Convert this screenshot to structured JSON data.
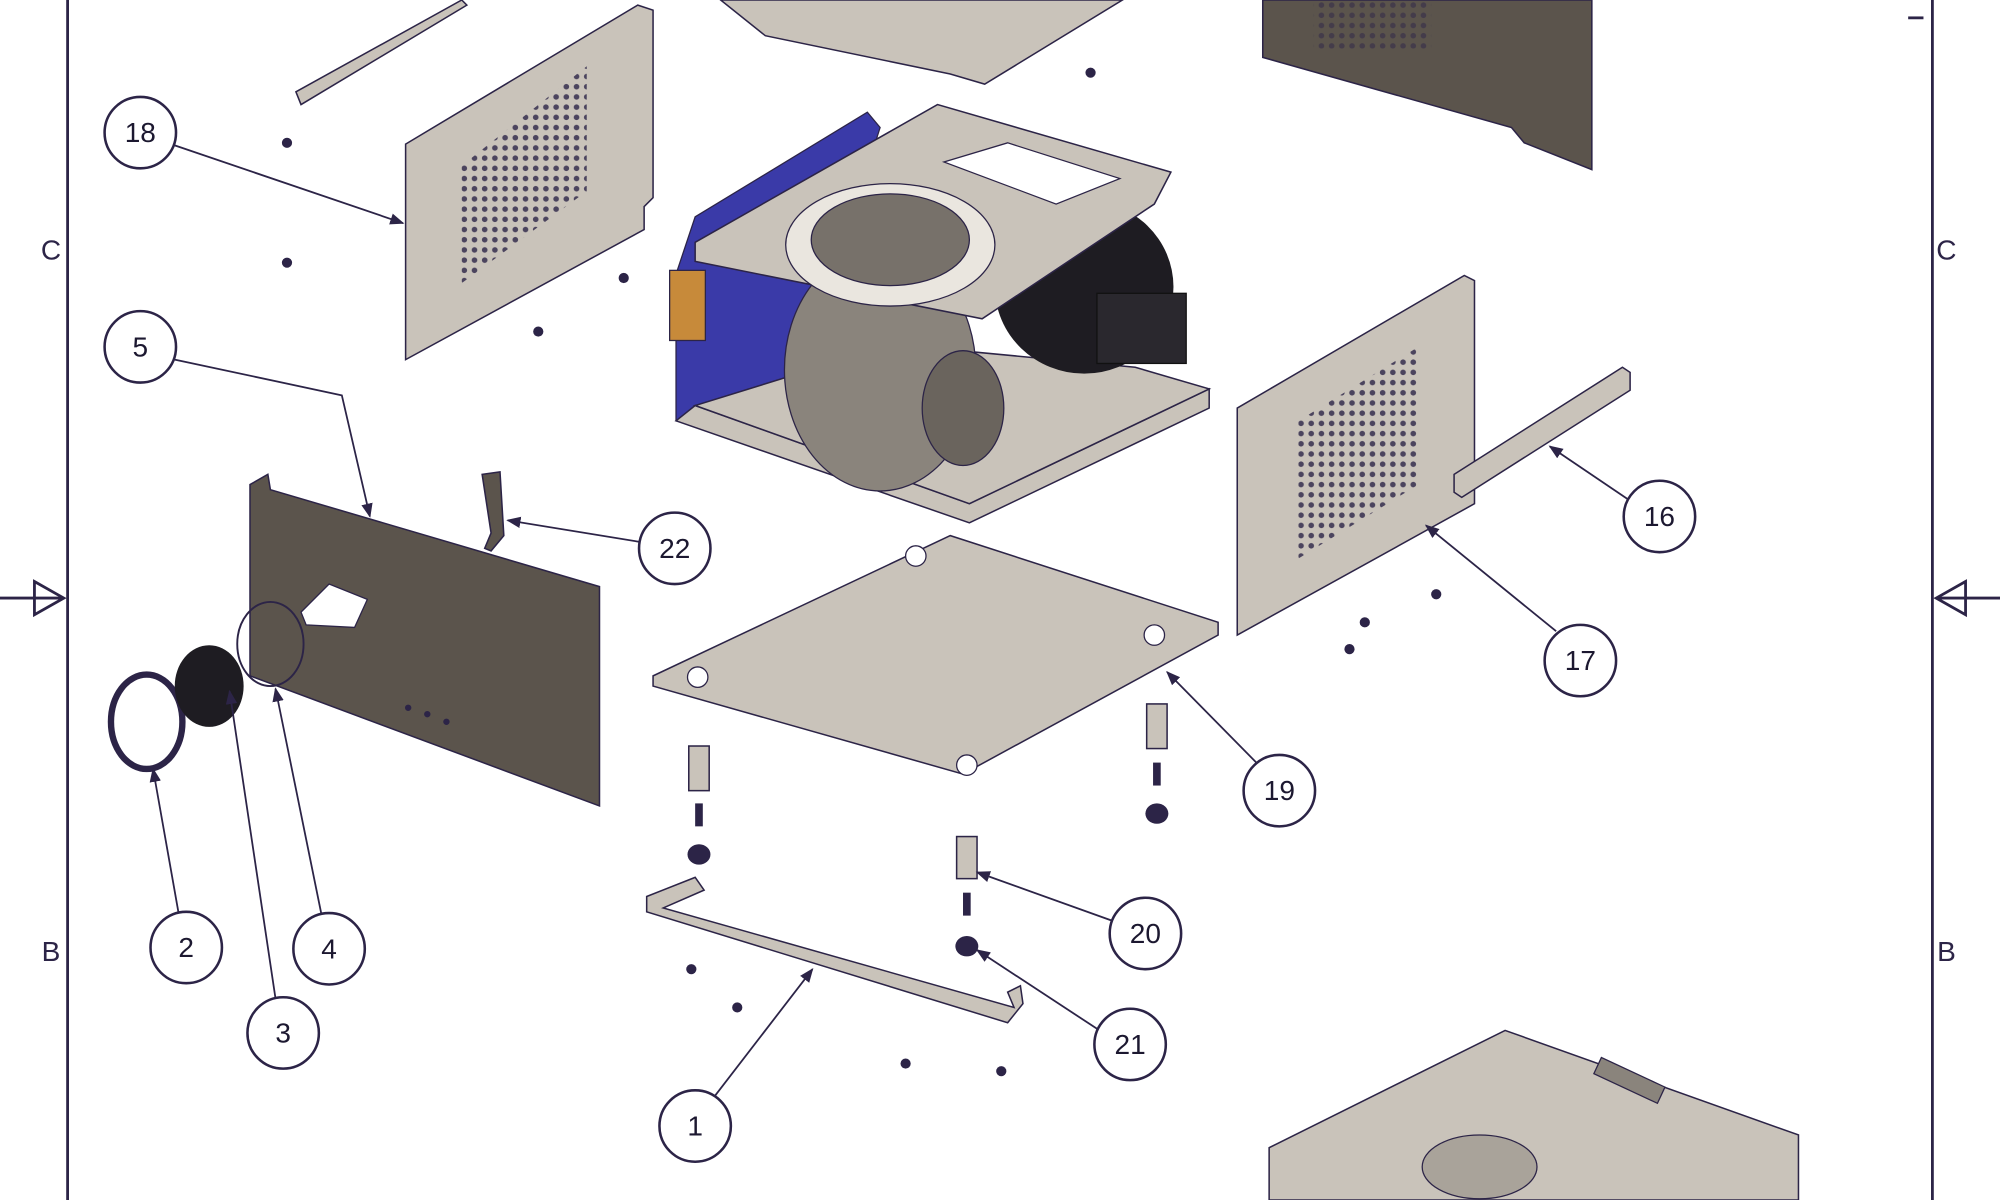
{
  "drawing": {
    "zones_left": [
      "C",
      "B"
    ],
    "zones_right": [
      "C",
      "B"
    ],
    "callouts": [
      "18",
      "5",
      "22",
      "2",
      "4",
      "3",
      "1",
      "16",
      "17",
      "19",
      "20",
      "21"
    ]
  },
  "colors": {
    "line": "#2c2447",
    "metal": "#c9c3ba",
    "dark_panel": "#5b544c",
    "blue_frame": "#3a3aa8"
  }
}
